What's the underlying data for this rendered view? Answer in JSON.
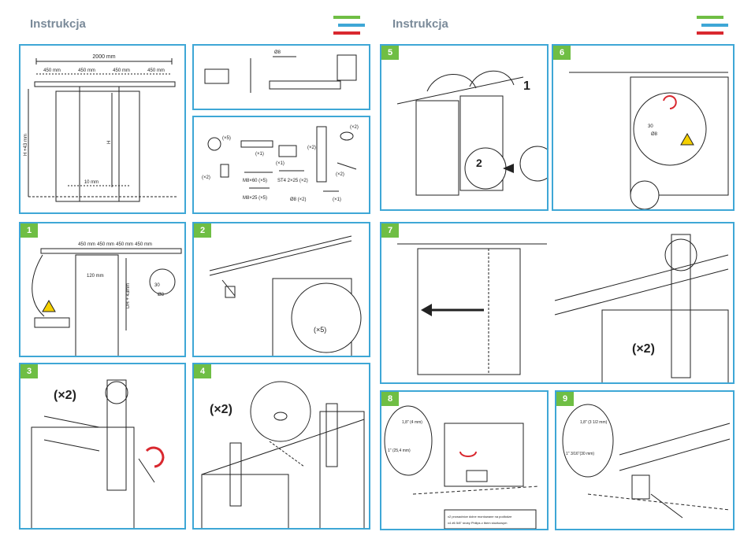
{
  "header": {
    "title_left": "Instrukcja",
    "title_right": "Instrukcja"
  },
  "logo_colors": {
    "green": "#6fbe44",
    "blue": "#3ea7d6",
    "red": "#d9282f"
  },
  "accent": "#3ea7d6",
  "badge_color": "#6fbe44",
  "steps": {
    "s1": "1",
    "s2": "2",
    "s3": "3",
    "s4": "4",
    "s5": "5",
    "s6": "6",
    "s7": "7",
    "s8": "8",
    "s9": "9"
  },
  "overview": {
    "total": "2000 mm",
    "seg1": "450 mm",
    "seg2": "450 mm",
    "seg3": "450 mm",
    "seg4": "450 mm",
    "height_left": "H +43 mm",
    "height_door": "H",
    "gap": "10 mm"
  },
  "tools": {
    "drill_bit": "Ø8"
  },
  "parts": {
    "p1": "(×5)",
    "p2": "(×1)",
    "p3": "(×1)",
    "p4": "(×2)",
    "p5": "(×2)",
    "p6": "(×2)",
    "p7": "(×2)",
    "p8": "M8×60 (×5)",
    "p9": "ST4 2×25 (×2)",
    "p10": "M8×25 (×5)",
    "p11": "Ø8 (×2)",
    "p12": "(×1)"
  },
  "step1": {
    "s1": "450 mm",
    "s2": "450 mm",
    "s3": "450 mm",
    "s4": "450 mm",
    "h": "DH + 43mm",
    "w": "120 mm",
    "d1": "30",
    "d2": "Ø8"
  },
  "step2": {
    "qty": "(×5)"
  },
  "step3": {
    "qty": "(×2)"
  },
  "step4": {
    "qty": "(×2)"
  },
  "step5": {
    "n1": "1",
    "n2": "2"
  },
  "step6": {
    "d1": "30",
    "d2": "Ø8"
  },
  "step7": {
    "qty": "(×2)"
  },
  "step8": {
    "drill1": "1,8\" (4 mm)",
    "drill2": "1\" (25,4 mm)",
    "note1": "x2 prowadnice dolne montowane na podłodze",
    "note2": "x4 #6 5/8\" śruby Philips z łbem stożkowym"
  },
  "step9": {
    "drill1": "1,8\" (3 1/2 mm)",
    "drill2": "1\" 3/16\"(30 mm)"
  }
}
